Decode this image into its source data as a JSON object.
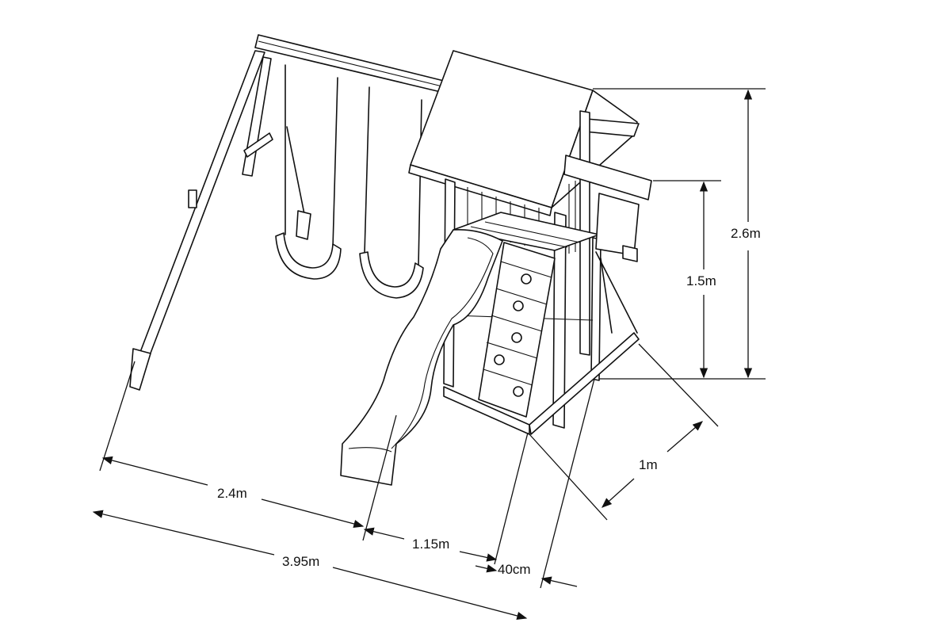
{
  "dimensions": {
    "total_height": "2.6m",
    "platform_height": "1.5m",
    "depth": "1m",
    "swing_frame_width": "2.4m",
    "tower_width": "1.15m",
    "side_gap": "40cm",
    "total_width": "3.95m"
  },
  "colors": {
    "line": "#111111",
    "background": "#ffffff"
  }
}
